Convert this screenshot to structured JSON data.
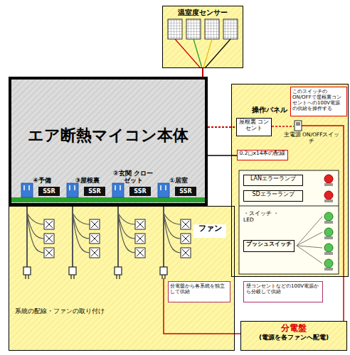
{
  "diagram": {
    "nodes": [
      {
        "text": [
          "温室度センサー"
        ]
      },
      {
        "text": [
          "エア断熱マイコン本体"
        ]
      },
      {
        "text": [
          "④予備",
          "SSR"
        ],
        "in": 1
      },
      {
        "text": [
          "③屋根裏",
          "SSR"
        ],
        "in": 1
      },
      {
        "text": [
          "②玄関 クローゼット",
          "SSR"
        ],
        "in": 1
      },
      {
        "text": [
          "①居室",
          "SSR"
        ],
        "in": 1
      },
      {
        "text": [
          "操作パネル"
        ]
      },
      {
        "text": [
          "屋根裏 コンセント"
        ],
        "in": 6
      },
      {
        "text": [
          "このスイッチのON/OFFで屋根裏コンセントへの100V電源の供給を操作する"
        ],
        "in": 6
      },
      {
        "text": [
          "0.2□x14本の配線"
        ],
        "in": 6
      },
      {
        "text": [
          "LANエラーランプ"
        ],
        "in": 6
      },
      {
        "text": [
          "SDエラーランプ"
        ],
        "in": 6
      },
      {
        "text": [
          "プッシュスイッチ"
        ],
        "in": 6
      },
      {
        "text": [
          "系統の配線・ファンの取り付け"
        ]
      },
      {
        "text": [
          "ファン"
        ],
        "in": 13
      },
      {
        "text": [
          "分電盤から各系統を独立して供給"
        ],
        "in": 13
      },
      {
        "text": [
          "壁コンセントなどの100V電源から分岐して供給"
        ]
      },
      {
        "text": [
          "分電盤",
          "(電源を各ファンへ配電)"
        ]
      }
    ],
    "edges": [
      {
        "from": 0,
        "to": 1,
        "arrow": "none"
      },
      {
        "from": 1,
        "to": 7,
        "arrow": "none"
      },
      {
        "from": 1,
        "to": 9,
        "arrow": "none"
      },
      {
        "from": 17,
        "to": 6,
        "arrow": "none"
      },
      {
        "from": 17,
        "to": 13,
        "arrow": "none"
      }
    ],
    "labels": [
      "主電源 ON/OFFスイッチ",
      "・スイッチ ・LED"
    ]
  }
}
